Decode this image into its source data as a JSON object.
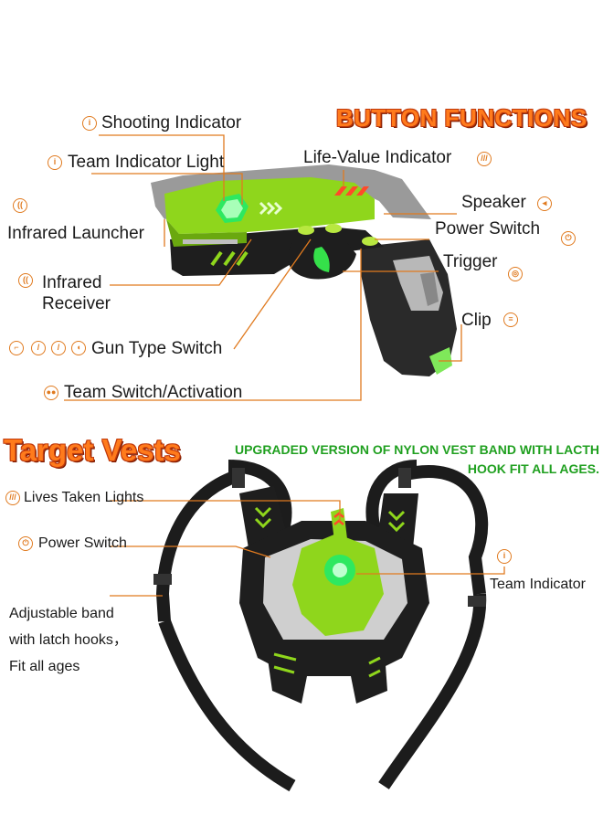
{
  "headings": {
    "button_functions": "BUTTON FUNCTIONS",
    "target_vests": "Target Vests",
    "upgraded_note": "UPGRADED VERSION OF NYLON VEST BAND WITH LACTH HOOK FIT ALL AGES."
  },
  "gun_labels": {
    "shooting_indicator": "Shooting  Indicator",
    "team_indicator_light": "Team Indicator Light",
    "life_value_indicator": "Life-Value Indicator",
    "speaker": "Speaker",
    "infrared_launcher": "Infrared  Launcher",
    "power_switch": "Power Switch",
    "trigger": "Trigger",
    "infrared_receiver_line1": "Infrared",
    "infrared_receiver_line2": "Receiver",
    "clip": "Clip",
    "gun_type_switch": "Gun Type Switch",
    "team_switch_activation": "Team Switch/Activation"
  },
  "vest_labels": {
    "lives_taken_lights": "Lives Taken Lights",
    "power_switch": "Power Switch",
    "team_indicator": "Team Indicator",
    "adjustable_line1": "Adjustable band",
    "adjustable_line2": "with latch hooks，",
    "adjustable_line3": "Fit all ages"
  },
  "colors": {
    "accent_orange": "#e07a1f",
    "lime": "#8fd61c",
    "green_glow": "#2ee860",
    "note_green": "#20a020"
  }
}
